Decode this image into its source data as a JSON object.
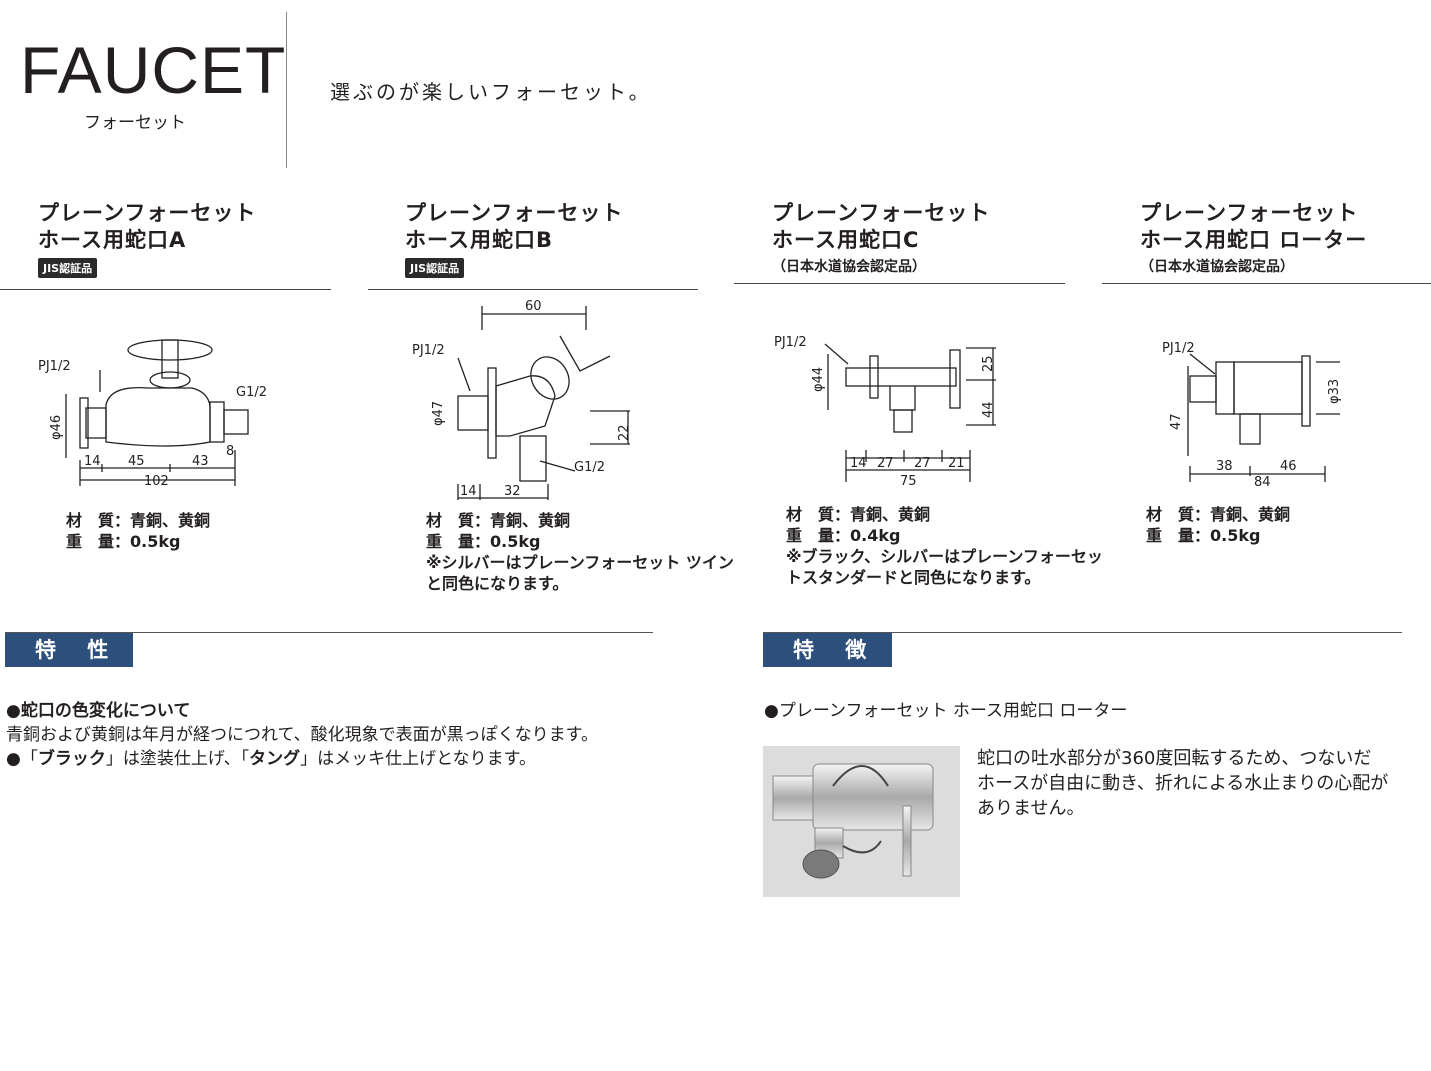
{
  "header": {
    "title": "FAUCET",
    "subtitle": "フォーセット",
    "tagline": "選ぶのが楽しいフォーセット。"
  },
  "products": [
    {
      "line1": "プレーンフォーセット",
      "line2": "ホース用蛇口A",
      "badge": "JIS認証品",
      "material": "材　質：青銅、黄銅",
      "weight": "重　量：0.5kg",
      "note": "",
      "dims": {
        "pj": "PJ1/2",
        "g": "G1/2",
        "phi": "φ46",
        "d1": "14",
        "d2": "45",
        "d3": "43",
        "d4": "8",
        "total": "102"
      }
    },
    {
      "line1": "プレーンフォーセット",
      "line2": "ホース用蛇口B",
      "badge": "JIS認証品",
      "material": "材　質：青銅、黄銅",
      "weight": "重　量：0.5kg",
      "note1": "※シルバーはプレーンフォーセット ツイン",
      "note2": "と同色になります。",
      "dims": {
        "pj": "PJ1/2",
        "g": "G1/2",
        "phi": "φ47",
        "top": "60",
        "h": "22",
        "d1": "14",
        "d2": "32"
      }
    },
    {
      "line1": "プレーンフォーセット",
      "line2": "ホース用蛇口C",
      "cert": "（日本水道協会認定品）",
      "material": "材　質：青銅、黄銅",
      "weight": "重　量：0.4kg",
      "note1": "※ブラック、シルバーはプレーンフォーセッ",
      "note2": "トスタンダードと同色になります。",
      "dims": {
        "pj": "PJ1/2",
        "phi": "φ44",
        "h1": "25",
        "h2": "44",
        "d1": "14",
        "d2": "27",
        "d3": "27",
        "d4": "21",
        "total": "75"
      }
    },
    {
      "line1": "プレーンフォーセット",
      "line2": "ホース用蛇口 ローター",
      "cert": "（日本水道協会認定品）",
      "material": "材　質：青銅、黄銅",
      "weight": "重　量：0.5kg",
      "dims": {
        "pj": "PJ1/2",
        "phi": "φ33",
        "h": "47",
        "d1": "38",
        "d2": "46",
        "total": "84"
      }
    }
  ],
  "sections": {
    "left": {
      "heading": "特 性",
      "item1_title": "●蛇口の色変化について",
      "item1_body": "青銅および黄銅は年月が経つにつれて、酸化現象で表面が黒っぽくなります。",
      "item2_pre": "●「",
      "item2_b1": "ブラック",
      "item2_mid": "」は塗装仕上げ、「",
      "item2_b2": "タング",
      "item2_post": "」はメッキ仕上げとなります。"
    },
    "right": {
      "heading": "特 徴",
      "item_title": "●プレーンフォーセット ホース用蛇口 ローター",
      "desc1": "蛇口の吐水部分が360度回転するため、つないだ",
      "desc2": "ホースが自由に動き、折れによる水止まりの心配が",
      "desc3": "ありません。"
    }
  },
  "colors": {
    "section_bar": "#2d4f7c",
    "text": "#231f20"
  }
}
